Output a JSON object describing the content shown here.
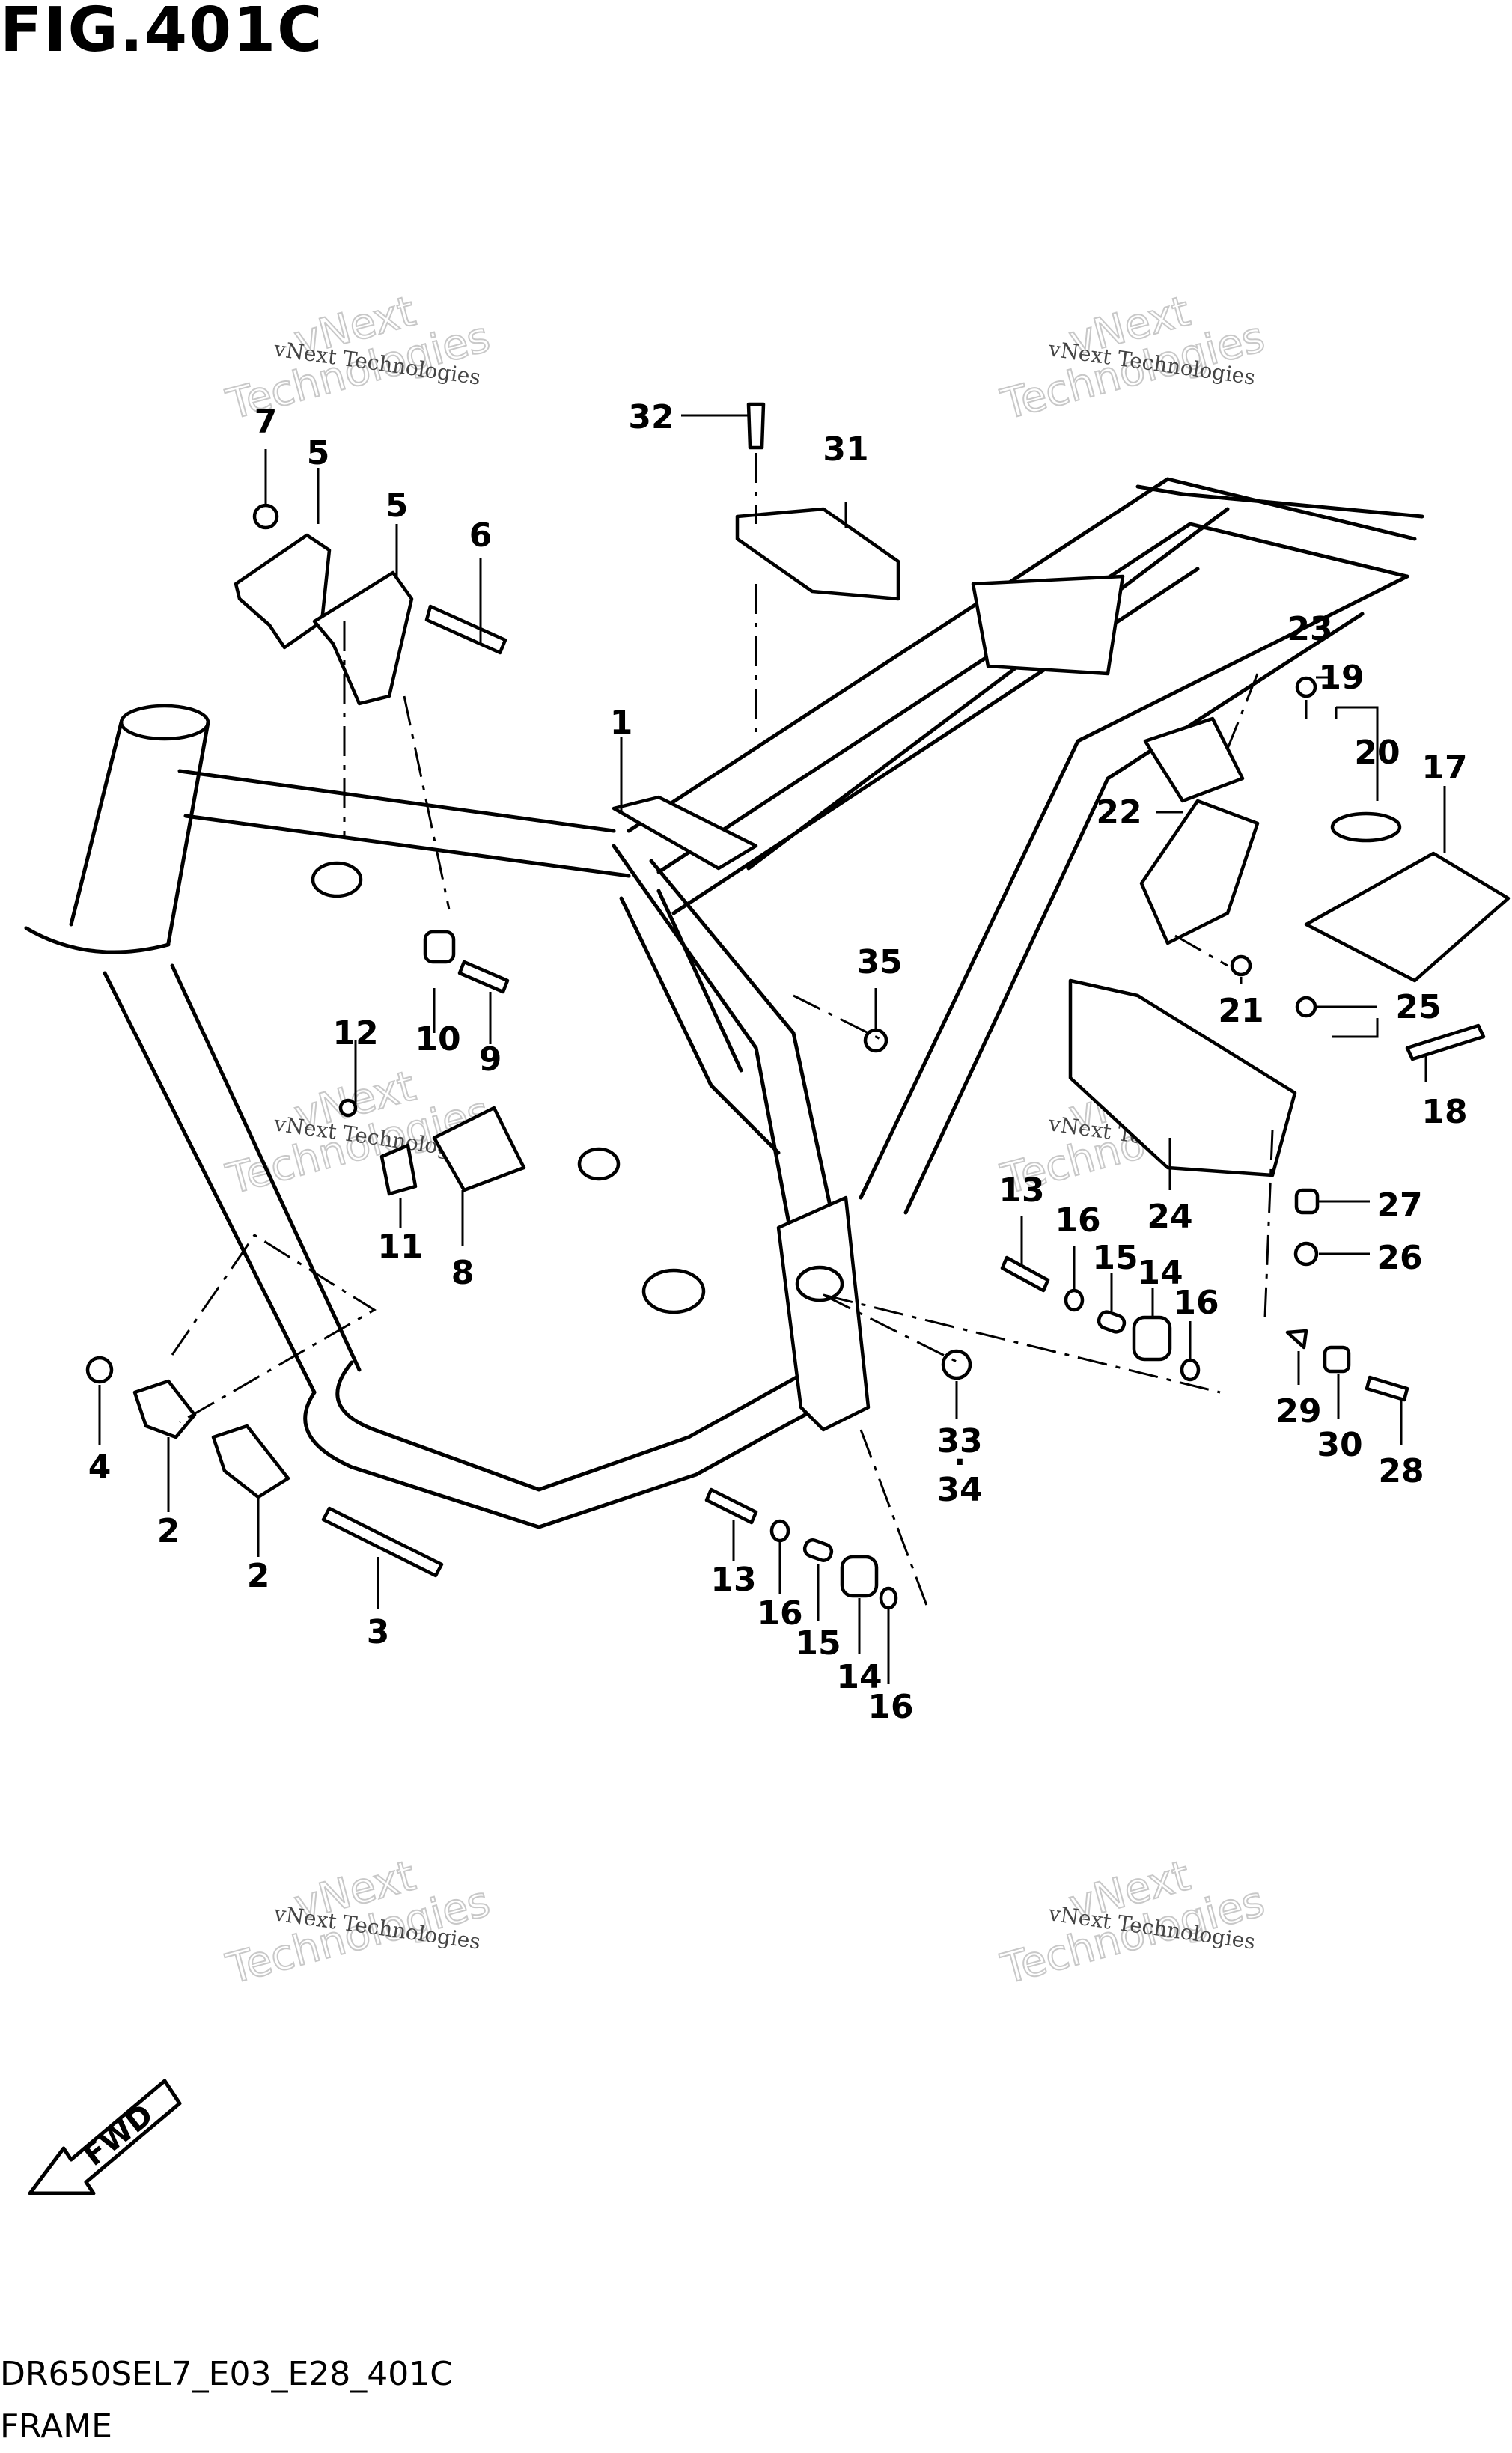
{
  "figure": {
    "title": "FIG.401C"
  },
  "footer": {
    "model_code": "DR650SEL7_E03_E28_401C",
    "section_name": "FRAME"
  },
  "direction_arrow": {
    "label": "FWD"
  },
  "watermark": {
    "line1": "vNext",
    "line2": "Technologies",
    "small": "vNext Technologies"
  },
  "callouts": {
    "c1": "1",
    "c2a": "2",
    "c2b": "2",
    "c3": "3",
    "c4": "4",
    "c5a": "5",
    "c5b": "5",
    "c6": "6",
    "c7": "7",
    "c8": "8",
    "c9": "9",
    "c10": "10",
    "c11": "11",
    "c12": "12",
    "c13a": "13",
    "c13b": "13",
    "c14a": "14",
    "c14b": "14",
    "c15a": "15",
    "c15b": "15",
    "c16a": "16",
    "c16b": "16",
    "c16c": "16",
    "c16d": "16",
    "c17": "17",
    "c18": "18",
    "c19": "19",
    "c20": "20",
    "c21": "21",
    "c22": "22",
    "c23": "23",
    "c24": "24",
    "c25": "25",
    "c26": "26",
    "c27": "27",
    "c28": "28",
    "c29": "29",
    "c30": "30",
    "c31": "31",
    "c32": "32",
    "c33": "33",
    "c34": "34",
    "c35": "35"
  }
}
